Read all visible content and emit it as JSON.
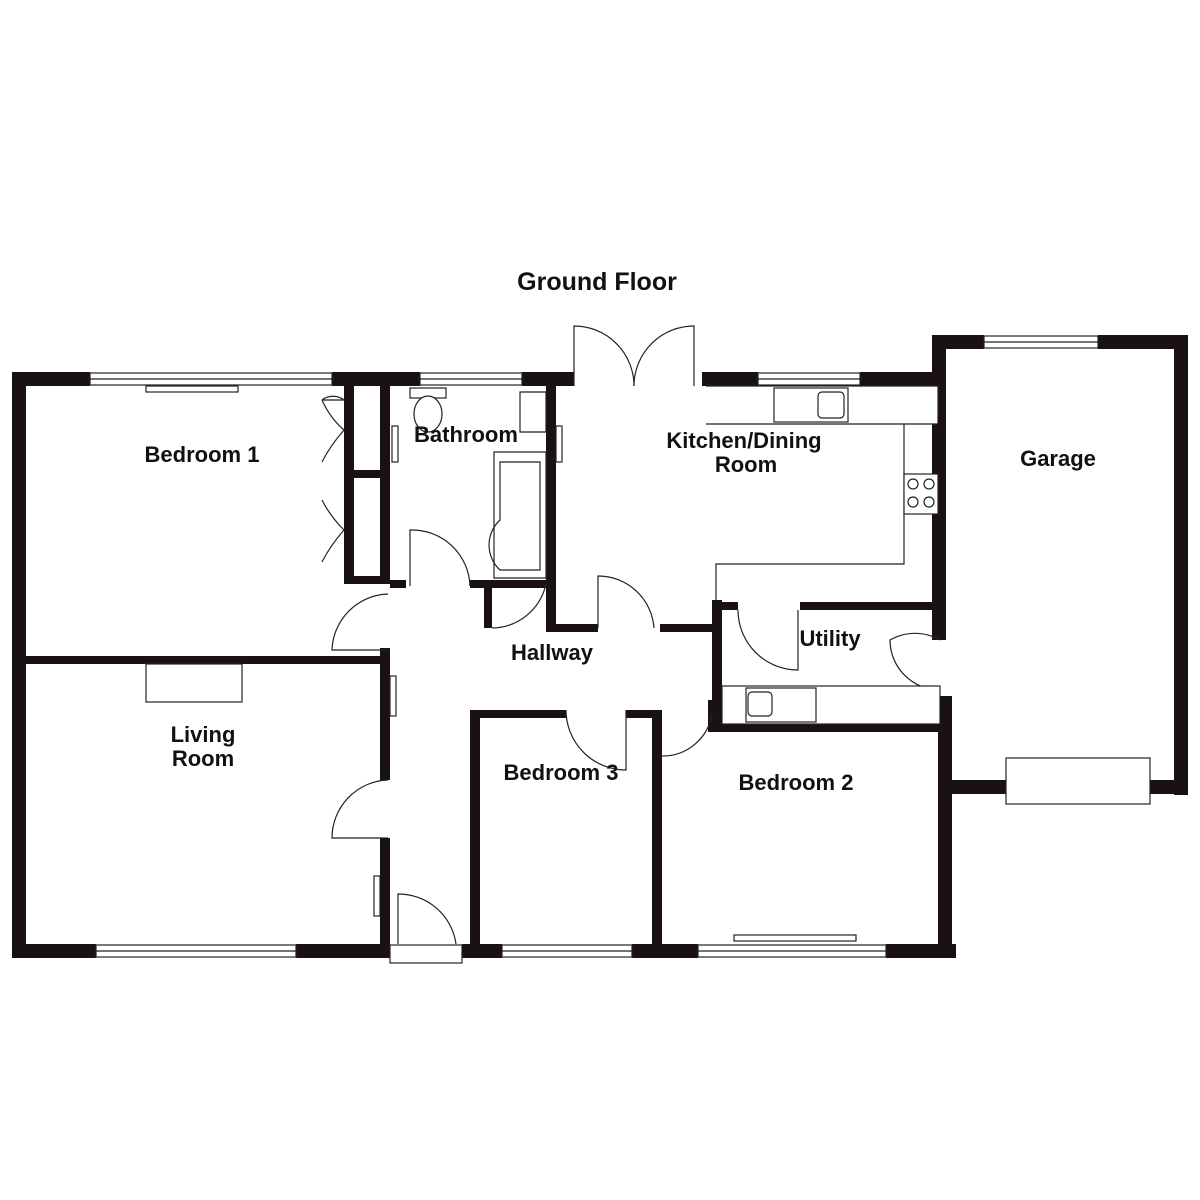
{
  "title": "Ground Floor",
  "rooms": {
    "bedroom1": "Bedroom 1",
    "bathroom": "Bathroom",
    "kitchen_line1": "Kitchen/Dining",
    "kitchen_line2": "Room",
    "garage": "Garage",
    "hallway": "Hallway",
    "utility": "Utility",
    "living_line1": "Living",
    "living_line2": "Room",
    "bedroom3": "Bedroom 3",
    "bedroom2": "Bedroom 2"
  }
}
